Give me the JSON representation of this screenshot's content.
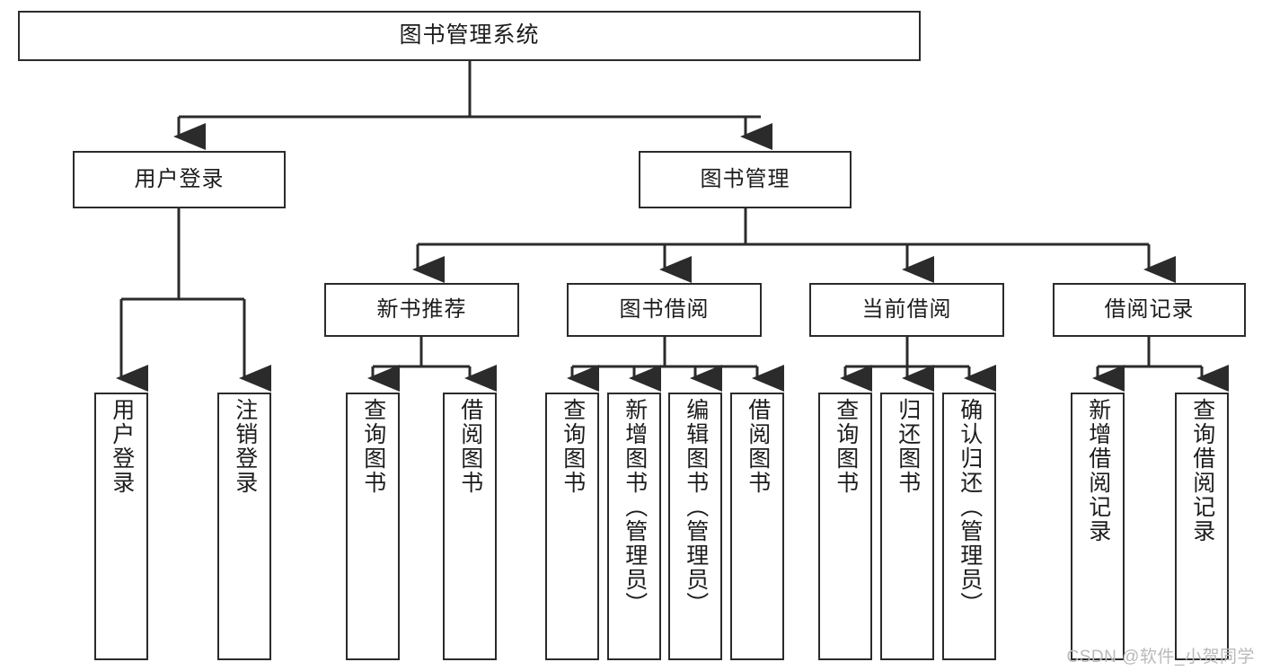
{
  "diagram": {
    "title": "图书管理系统",
    "type": "tree-hierarchy-chart",
    "watermark": "CSDN @软件_小贺同学",
    "colors": {
      "box_border": "#2b2b2b",
      "box_fill": "#ffffff",
      "connector": "#2b2b2b",
      "text": "#1c1c1c",
      "watermark": "#b9b9b9",
      "background": "#ffffff"
    },
    "levels": {
      "root": {
        "label": "图书管理系统"
      },
      "level2": [
        {
          "label": "用户登录"
        },
        {
          "label": "图书管理"
        }
      ],
      "level3": [
        {
          "label": "新书推荐"
        },
        {
          "label": "图书借阅"
        },
        {
          "label": "当前借阅"
        },
        {
          "label": "借阅记录"
        }
      ],
      "leaves": {
        "user_login": [
          {
            "label": "用户登录"
          },
          {
            "label": "注销登录"
          }
        ],
        "new_book_recommend": [
          {
            "label": "查询图书"
          },
          {
            "label": "借阅图书"
          }
        ],
        "book_borrow": [
          {
            "label": "查询图书"
          },
          {
            "label": "新增图书（管理员）"
          },
          {
            "label": "编辑图书（管理员）"
          },
          {
            "label": "借阅图书"
          }
        ],
        "current_borrow": [
          {
            "label": "查询图书"
          },
          {
            "label": "归还图书"
          },
          {
            "label": "确认归还（管理员）"
          }
        ],
        "borrow_record": [
          {
            "label": "新增借阅记录"
          },
          {
            "label": "查询借阅记录"
          }
        ]
      }
    }
  }
}
